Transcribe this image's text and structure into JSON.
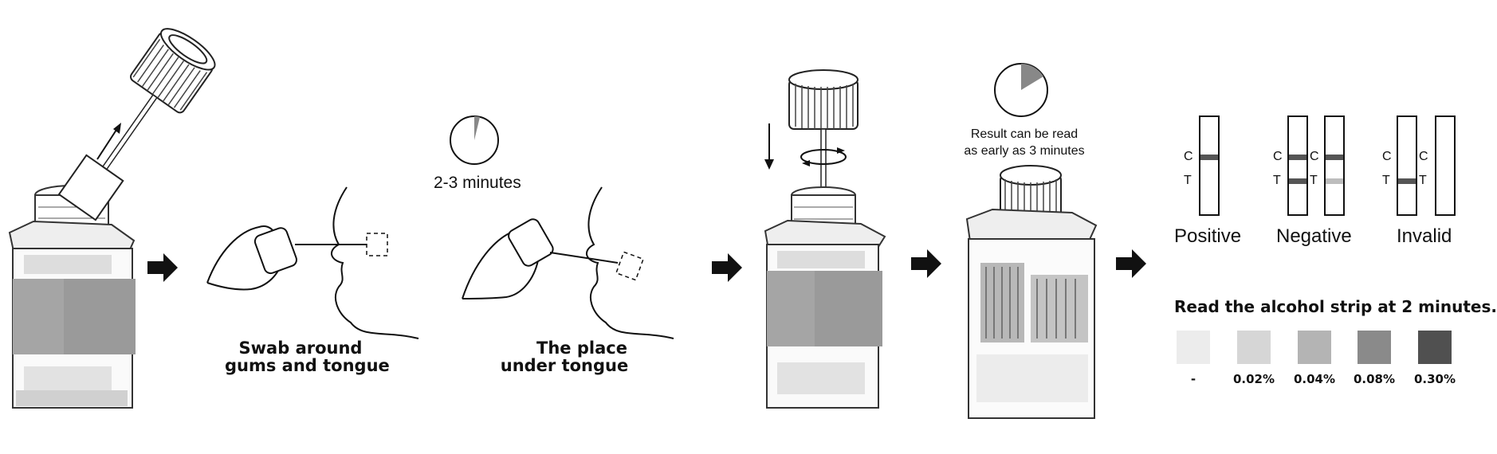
{
  "steps": {
    "swab_label_line1": "Swab around",
    "swab_label_line2": "gums and tongue",
    "timer1_label": "2-3 minutes",
    "under_tongue_line1": "The place",
    "under_tongue_line2": "under tongue",
    "result_line1": "Result can be read",
    "result_line2": "as early as 3 minutes"
  },
  "results": {
    "c_label": "C",
    "t_label": "T",
    "positive": "Positive",
    "negative": "Negative",
    "invalid": "Invalid"
  },
  "alcohol": {
    "title": "Read the alcohol strip at 2 minutes.",
    "levels": [
      {
        "label": "-",
        "color": "#ececec"
      },
      {
        "label": "0.02%",
        "color": "#d6d6d6"
      },
      {
        "label": "0.04%",
        "color": "#b4b4b4"
      },
      {
        "label": "0.08%",
        "color": "#8a8a8a"
      },
      {
        "label": "0.30%",
        "color": "#505050"
      }
    ]
  },
  "colors": {
    "line_dark": "#555555",
    "line_faint": "#bdbdbd"
  }
}
